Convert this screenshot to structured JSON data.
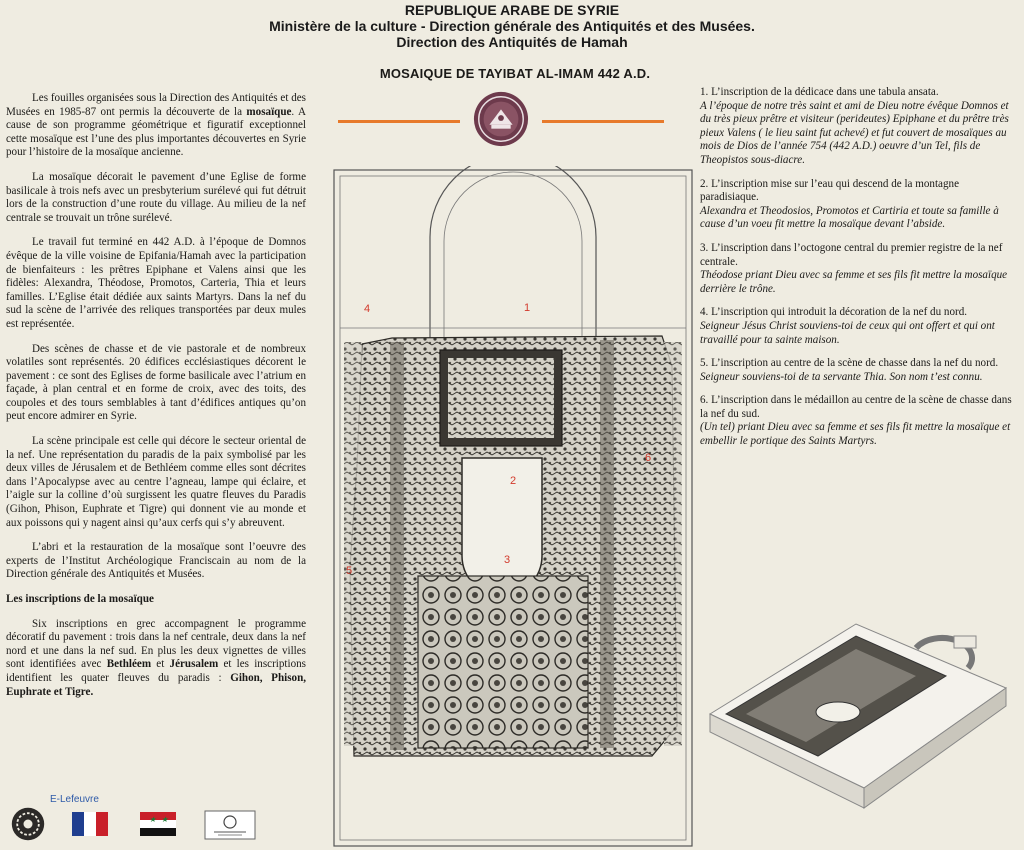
{
  "header": {
    "line1": "REPUBLIQUE ARABE DE SYRIE",
    "line2": "Ministère de la culture - Direction générale des Antiquités et des Musées.",
    "line3": "Direction des Antiquités de Hamah"
  },
  "title": "MOSAIQUE DE TAYIBAT AL-IMAM 442 A.D.",
  "left": {
    "p1a": "Les fouilles organisées sous la Direction des Antiquités et des Musées en 1985-87 ont permis la découverte de la ",
    "p1b": "mosaïque",
    "p1c": ". A cause de son programme géométrique et figuratif exceptionnel cette mosaïque est l’une des plus importantes découvertes en Syrie pour l’histoire de la mosaïque ancienne.",
    "p2": "La mosaïque décorait le pavement d’une Eglise de forme basilicale à trois nefs avec un presbyterium surélevé qui fut détruit lors de la construction d’une route du village. Au milieu de la nef centrale se trouvait un trône surélevé.",
    "p3": "Le travail fut terminé en 442 A.D. à l’époque de Domnos évêque de la ville voisine de Epifania/Hamah avec la participation de bienfaiteurs : les prêtres Epiphane et Valens ainsi que les fidèles: Alexandra, Théodose, Promotos, Carteria, Thia et leurs familles. L’Eglise était dédiée aux saints Martyrs. Dans la nef du sud la scène de l’arrivée des reliques transportées par deux mules est représentée.",
    "p4": "Des scènes de chasse et de vie pastorale et de nombreux volatiles sont représentés. 20 édifices ecclésiastiques décorent le pavement : ce sont des Eglises de forme basilicale avec l’atrium en façade, à plan central et en forme de croix, avec des toits, des coupoles et des tours semblables à tant d’édifices antiques qu’on peut encore admirer en Syrie.",
    "p5": "La scène principale est celle qui décore le secteur oriental de la nef. Une représentation du paradis de la paix symbolisé par les deux villes de Jérusalem et de Bethléem comme elles sont décrites dans l’Apocalypse avec au centre l’agneau, lampe qui éclaire, et l’aigle sur la colline d’où surgissent les quatre fleuves du Paradis (Gihon, Phison, Euphrate et Tigre) qui donnent vie au monde et aux poissons qui y nagent ainsi qu’aux cerfs qui s’y abreuvent.",
    "p6": "L’abri et la restauration de la mosaïque sont l’oeuvre des experts de l’Institut Archéologique Franciscain au nom de la Direction générale des Antiquités et Musées.",
    "inscriptions_heading": "Les inscriptions de la mosaïque",
    "p7a": "Six inscriptions en grec accompagnent le programme décoratif du pavement : trois dans la nef centrale, deux dans la nef nord et une dans la nef sud. En plus les deux vignettes de villes sont identifiées avec ",
    "p7b": "Bethléem",
    "p7c": " et ",
    "p7d": "Jérusalem",
    "p7e": " et les inscriptions identifient les quater fleuves du paradis : ",
    "p7f": "Gihon, Phison, Euphrate et Tigre."
  },
  "right": {
    "i1_head": "1. L’inscription de la dédicace dans une tabula ansata.",
    "i1_text": "A l’époque de notre très saint et ami de Dieu notre évêque Domnos et du très pieux prêtre et visiteur (perideutes) Epiphane et du prêtre très pieux Valens ( le lieu saint fut achevé) et fut couvert de mosaïques au mois de Dios de l’année 754 (442 A.D.) oeuvre d’un Tel, fils de Theopistos sous-diacre.",
    "i2_head": "2. L’inscription mise sur l’eau qui descend de la montagne paradisiaque.",
    "i2_text": "Alexandra et Theodosios, Promotos et Cartiria et toute sa famille à cause d’un voeu fit mettre la mosaïque devant l’abside.",
    "i3_head": "3. L’inscription dans l’octogone central du premier registre de la nef centrale.",
    "i3_text": "Théodose priant Dieu avec sa femme et ses fils fit mettre la mosaïque derrière le trône.",
    "i4_head": "4. L’inscription qui introduit la décoration de la nef du nord.",
    "i4_text": "Seigneur Jésus Christ souviens-toi de ceux qui ont offert et qui ont travaillé pour ta sainte maison.",
    "i5_head": "5. L’inscription au centre de la scène de chasse dans la nef du nord.",
    "i5_text": "Seigneur souviens-toi de ta servante Thia. Son nom t’est connu.",
    "i6_head": "6. L’inscription dans le médaillon au centre de la scène de chasse dans la nef du sud.",
    "i6_text": "(Un tel) priant Dieu avec sa femme et ses fils fit mettre la mosaïque et embellir le portique des Saints Martyrs."
  },
  "plan_markers": [
    "1",
    "2",
    "3",
    "4",
    "5",
    "6"
  ],
  "footer": {
    "credit": "E-Lefeuvre"
  },
  "colors": {
    "background": "#efece1",
    "accent_rule": "#e77a2b",
    "marker": "#d23a2c",
    "emblem": "#6d3a4c",
    "credit": "#2e5aa8",
    "flag_blue": "#1f3e8f",
    "flag_red": "#c9202a"
  },
  "icons": [
    "ministry-emblem-icon",
    "mosaic-plan-drawing",
    "isometric-church-drawing",
    "institute-logo-icon",
    "france-flag-icon",
    "syria-flag-icon",
    "franciscan-badge-icon"
  ]
}
